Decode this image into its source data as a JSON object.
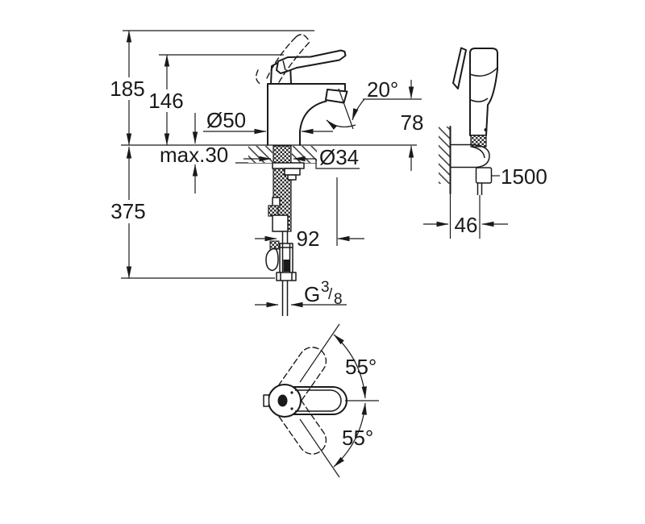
{
  "drawing": {
    "type": "faucet-installation-dimension-drawing",
    "views": [
      "front-view-basin-mixer",
      "side-view-hand-shower-holder",
      "top-view-handle-swivel"
    ],
    "front_view": {
      "total_height": "185",
      "spout_height": "146",
      "below_deck_depth": "375",
      "deck_thickness_max": "max.30",
      "base_diameter": "Ø50",
      "mounting_hole_diameter": "Ø34",
      "spray_angle": "20°",
      "outlet_to_deck": "78",
      "spout_projection": "92",
      "thread_g": "G",
      "thread_numerator": "3",
      "thread_slash": "/",
      "thread_denominator": "8"
    },
    "side_view": {
      "hose_length": "1500",
      "holder_depth": "46"
    },
    "top_view": {
      "swivel_angle_upper": "55°",
      "swivel_angle_lower": "55°"
    },
    "colors": {
      "line": "#1a1a1a",
      "background": "#ffffff"
    }
  }
}
